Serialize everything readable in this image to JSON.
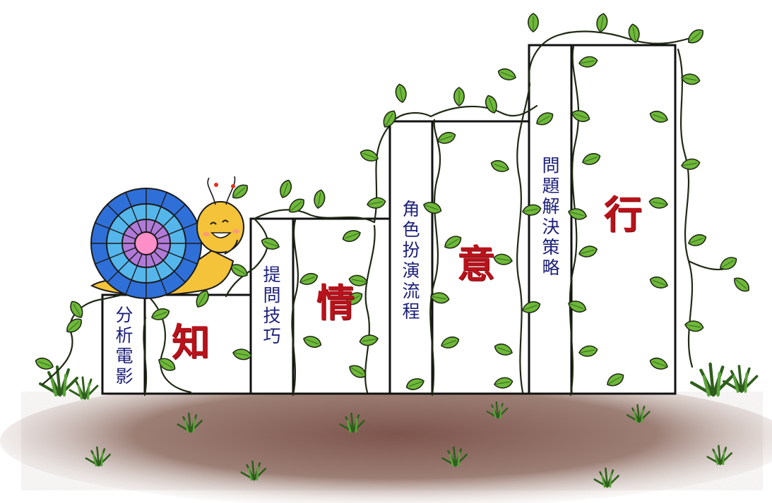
{
  "steps": [
    {
      "label": "分析電影",
      "big": "知"
    },
    {
      "label": "提問技巧",
      "big": "情"
    },
    {
      "label": "角色扮演流程",
      "big": "意"
    },
    {
      "label": "問題解決策略",
      "big": "行"
    }
  ],
  "colors": {
    "big_text": "#b8121b",
    "label_text": "#1c1f78",
    "leaf": "#6fb83a",
    "leaf_dark": "#2f6b1c",
    "vine": "#1f2a14",
    "soil": "#8a6a60",
    "snail_body": "#f4c33a",
    "shell_outer": "#2f6fd8",
    "shell_mid": "#55b6ec",
    "shell_inner": "#b07ad8",
    "shell_core": "#ff8fc8"
  },
  "icons": [
    "snail-icon",
    "leaf-icon",
    "grass-icon"
  ]
}
